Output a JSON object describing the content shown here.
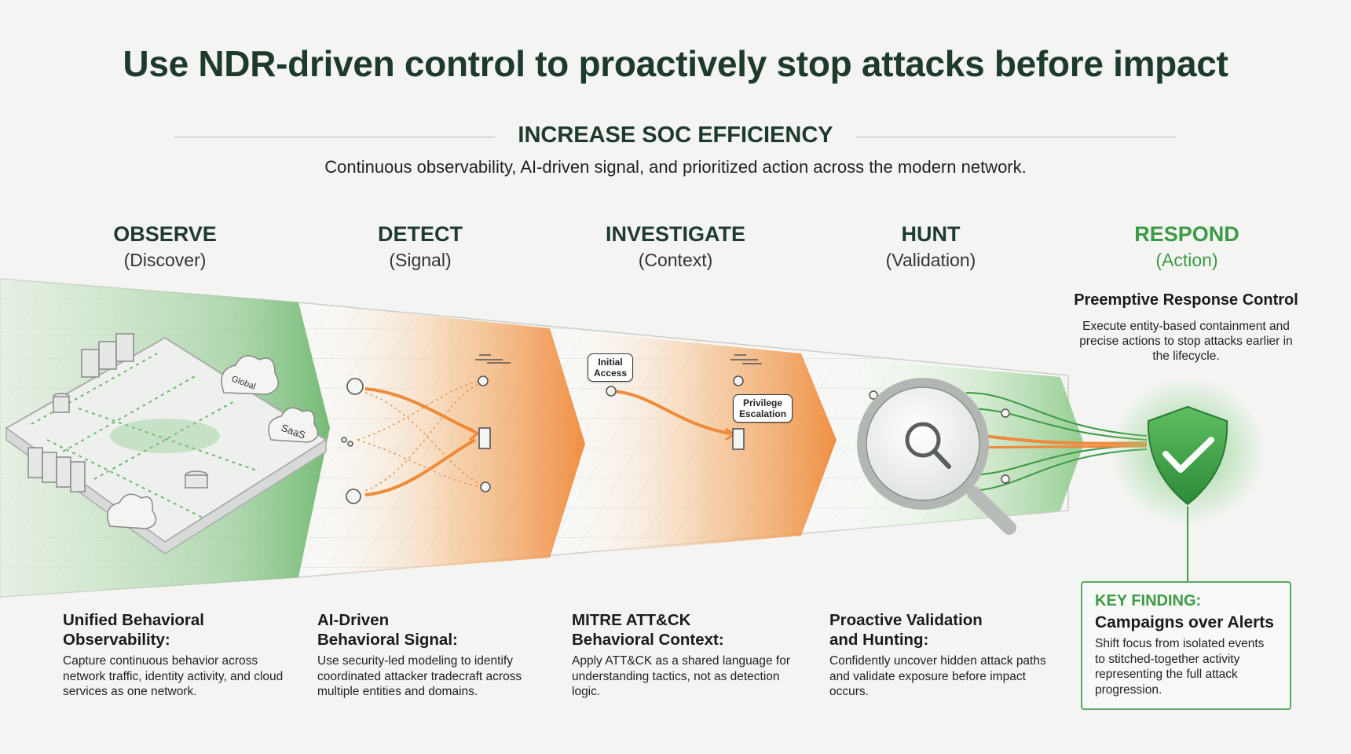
{
  "title": "Use NDR-driven control to proactively stop attacks before impact",
  "subtitle": "INCREASE SOC EFFICIENCY",
  "tagline": "Continuous observability, AI-driven signal, and prioritized action across the modern network.",
  "stages": [
    {
      "name": "OBSERVE",
      "sub": "(Discover)"
    },
    {
      "name": "DETECT",
      "sub": "(Signal)"
    },
    {
      "name": "INVESTIGATE",
      "sub": "(Context)"
    },
    {
      "name": "HUNT",
      "sub": "(Validation)"
    },
    {
      "name": "RESPOND",
      "sub": "(Action)"
    }
  ],
  "diagram_labels": {
    "cloud_global": "Global",
    "cloud_saas": "SaaS",
    "initial_access_line1": "Initial",
    "initial_access_line2": "Access",
    "privilege_line1": "Privilege",
    "privilege_line2": "Escalation"
  },
  "columns": [
    {
      "title_line1": "Unified Behavioral",
      "title_line2": "Observability:",
      "body": "Capture continuous behavior across network traffic, identity activity, and cloud services as one network."
    },
    {
      "title_line1": "AI-Driven",
      "title_line2": "Behavioral Signal:",
      "body": "Use security-led modeling to identify coordinated attacker tradecraft across multiple entities and domains."
    },
    {
      "title_line1": "MITRE ATT&CK",
      "title_line2": "Behavioral Context:",
      "body": "Apply ATT&CK as a shared language for understanding tactics, not as detection logic."
    },
    {
      "title_line1": "Proactive Validation",
      "title_line2": "and Hunting:",
      "body": "Confidently uncover hidden attack paths and validate exposure before impact occurs."
    }
  ],
  "respond": {
    "title": "Preemptive Response Control",
    "body": "Execute entity-based containment and precise actions to stop attacks earlier in the lifecycle."
  },
  "key_finding": {
    "label": "KEY FINDING:",
    "title": "Campaigns over Alerts",
    "body": "Shift focus from isolated events to stitched-together activity representing the full attack progression."
  },
  "colors": {
    "green": "#3c9a45",
    "orange": "#ef8a3a",
    "dark_green": "#1e3a2c"
  }
}
